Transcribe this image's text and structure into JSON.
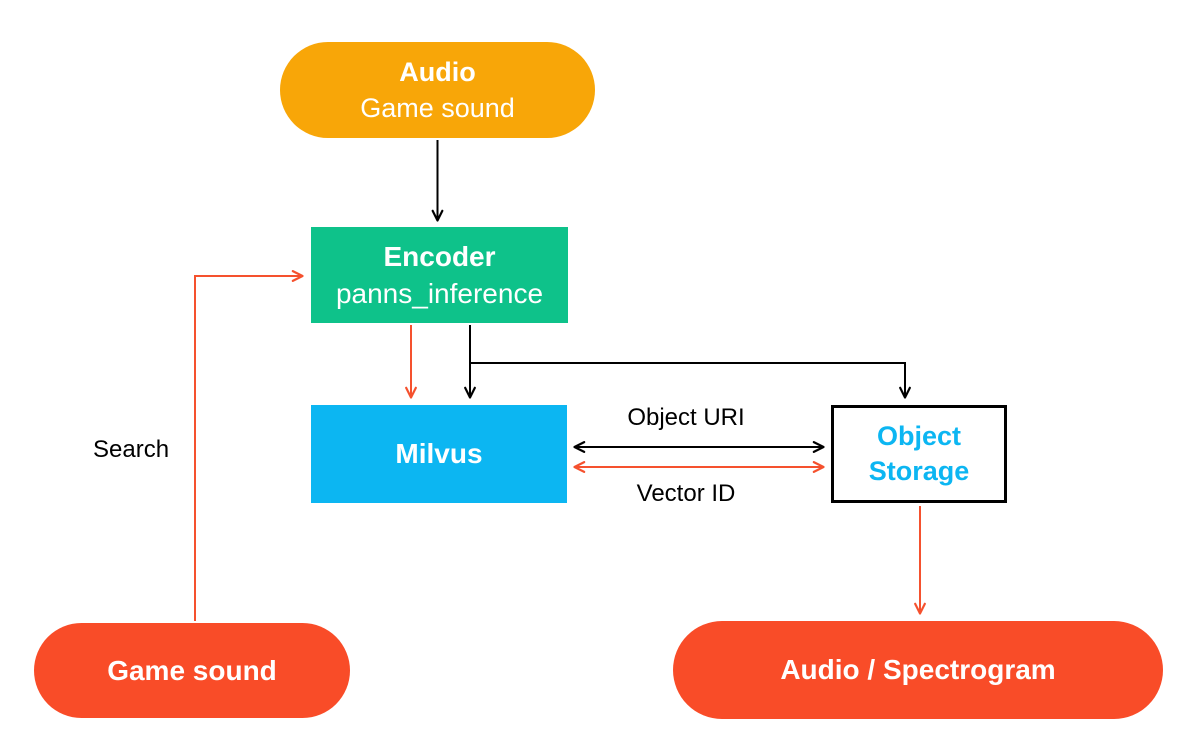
{
  "nodes": {
    "audio": {
      "title": "Audio",
      "subtitle": "Game sound"
    },
    "encoder": {
      "title": "Encoder",
      "subtitle": "panns_inference"
    },
    "milvus": {
      "title": "Milvus"
    },
    "object_storage": {
      "title": "Object Storage"
    },
    "game_sound": {
      "title": "Game sound"
    },
    "audio_spectrogram": {
      "title": "Audio / Spectrogram"
    }
  },
  "edge_labels": {
    "search": "Search",
    "object_uri": "Object URI",
    "vector_id": "Vector ID"
  },
  "colors": {
    "audio_fill": "#F8A608",
    "encoder_fill": "#0EC28A",
    "milvus_fill": "#0CB6F2",
    "storage_border": "#000000",
    "storage_text": "#0CB6F2",
    "pill_fill": "#F94C28",
    "arrow_red": "#F5512E",
    "arrow_black": "#000000"
  }
}
